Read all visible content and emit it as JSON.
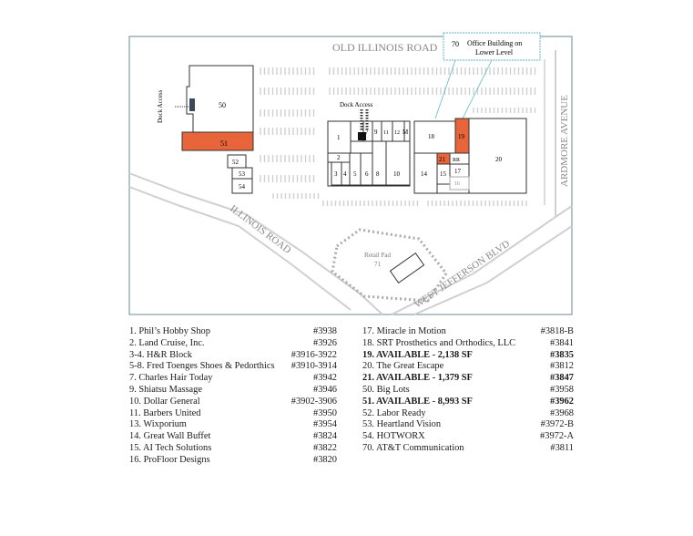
{
  "colors": {
    "available": "#e8643a",
    "building": "#ffffff",
    "outline": "#333333",
    "parking": "#d8d8d8",
    "road_label": "#888888",
    "accent_box": "#5fb8c9"
  },
  "roads": {
    "top": "OLD ILLINOIS ROAD",
    "right": "ARDMORE AVENUE",
    "diag_left": "ILLINOIS ROAD",
    "diag_right": "WEST JEFFERSON BLVD"
  },
  "labels": {
    "dock_left": "Dock Access",
    "dock_center": "Dock Access",
    "retail_pad": "Retail Pad",
    "pad_num": "71",
    "office_num": "70",
    "office_line1": "Office Building on",
    "office_line2": "Lower Level"
  },
  "units": {
    "u50": "50",
    "u51": "51",
    "u52": "52",
    "u53": "53",
    "u54": "54",
    "u1": "1",
    "u2": "2",
    "u3": "3",
    "u4": "4",
    "u5": "5",
    "u6": "6",
    "u7": "7",
    "u8": "8",
    "u9": "9",
    "u10": "10",
    "u11": "11",
    "u12": "12",
    "u13": "M",
    "u14": "14",
    "u15": "15",
    "u16": "16",
    "u17": "17",
    "u18": "18",
    "u19": "19",
    "u20": "20",
    "u21": "21",
    "uRR": "RR"
  },
  "legend_left": [
    {
      "name": "1. Phil’s Hobby Shop",
      "num": "#3938",
      "bold": false
    },
    {
      "name": "2. Land Cruise, Inc.",
      "num": "#3926",
      "bold": false
    },
    {
      "name": "3-4. H&R Block",
      "num": "#3916-3922",
      "bold": false
    },
    {
      "name": "5-8. Fred Toenges Shoes & Pedorthics",
      "num": "#3910-3914",
      "bold": false
    },
    {
      "name": "7. Charles Hair Today",
      "num": "#3942",
      "bold": false
    },
    {
      "name": "9. Shiatsu Massage",
      "num": "#3946",
      "bold": false
    },
    {
      "name": "10. Dollar General",
      "num": "#3902-3906",
      "bold": false
    },
    {
      "name": "11. Barbers United",
      "num": "#3950",
      "bold": false
    },
    {
      "name": "13. Wixporium",
      "num": "#3954",
      "bold": false
    },
    {
      "name": "14. Great Wall Buffet",
      "num": "#3824",
      "bold": false
    },
    {
      "name": "15. AI Tech Solutions",
      "num": "#3822",
      "bold": false
    },
    {
      "name": "16. ProFloor Designs",
      "num": "#3820",
      "bold": false
    }
  ],
  "legend_right": [
    {
      "name": "17. Miracle in Motion",
      "num": "#3818-B",
      "bold": false
    },
    {
      "name": "18. SRT Prosthetics and Orthodics, LLC",
      "num": "#3841",
      "bold": false
    },
    {
      "name": "19. AVAILABLE - 2,138 SF",
      "num": "#3835",
      "bold": true
    },
    {
      "name": "20. The Great Escape",
      "num": "#3812",
      "bold": false
    },
    {
      "name": "21. AVAILABLE - 1,379 SF",
      "num": "#3847",
      "bold": true
    },
    {
      "name": "50. Big Lots",
      "num": "#3958",
      "bold": false
    },
    {
      "name": "51. AVAILABLE - 8,993 SF",
      "num": "#3962",
      "bold": true
    },
    {
      "name": "52. Labor Ready",
      "num": "#3968",
      "bold": false
    },
    {
      "name": "53. Heartland Vision",
      "num": "#3972-B",
      "bold": false
    },
    {
      "name": "54. HOTWORX",
      "num": "#3972-A",
      "bold": false
    },
    {
      "name": "70. AT&T Communication",
      "num": "#3811",
      "bold": false
    }
  ]
}
